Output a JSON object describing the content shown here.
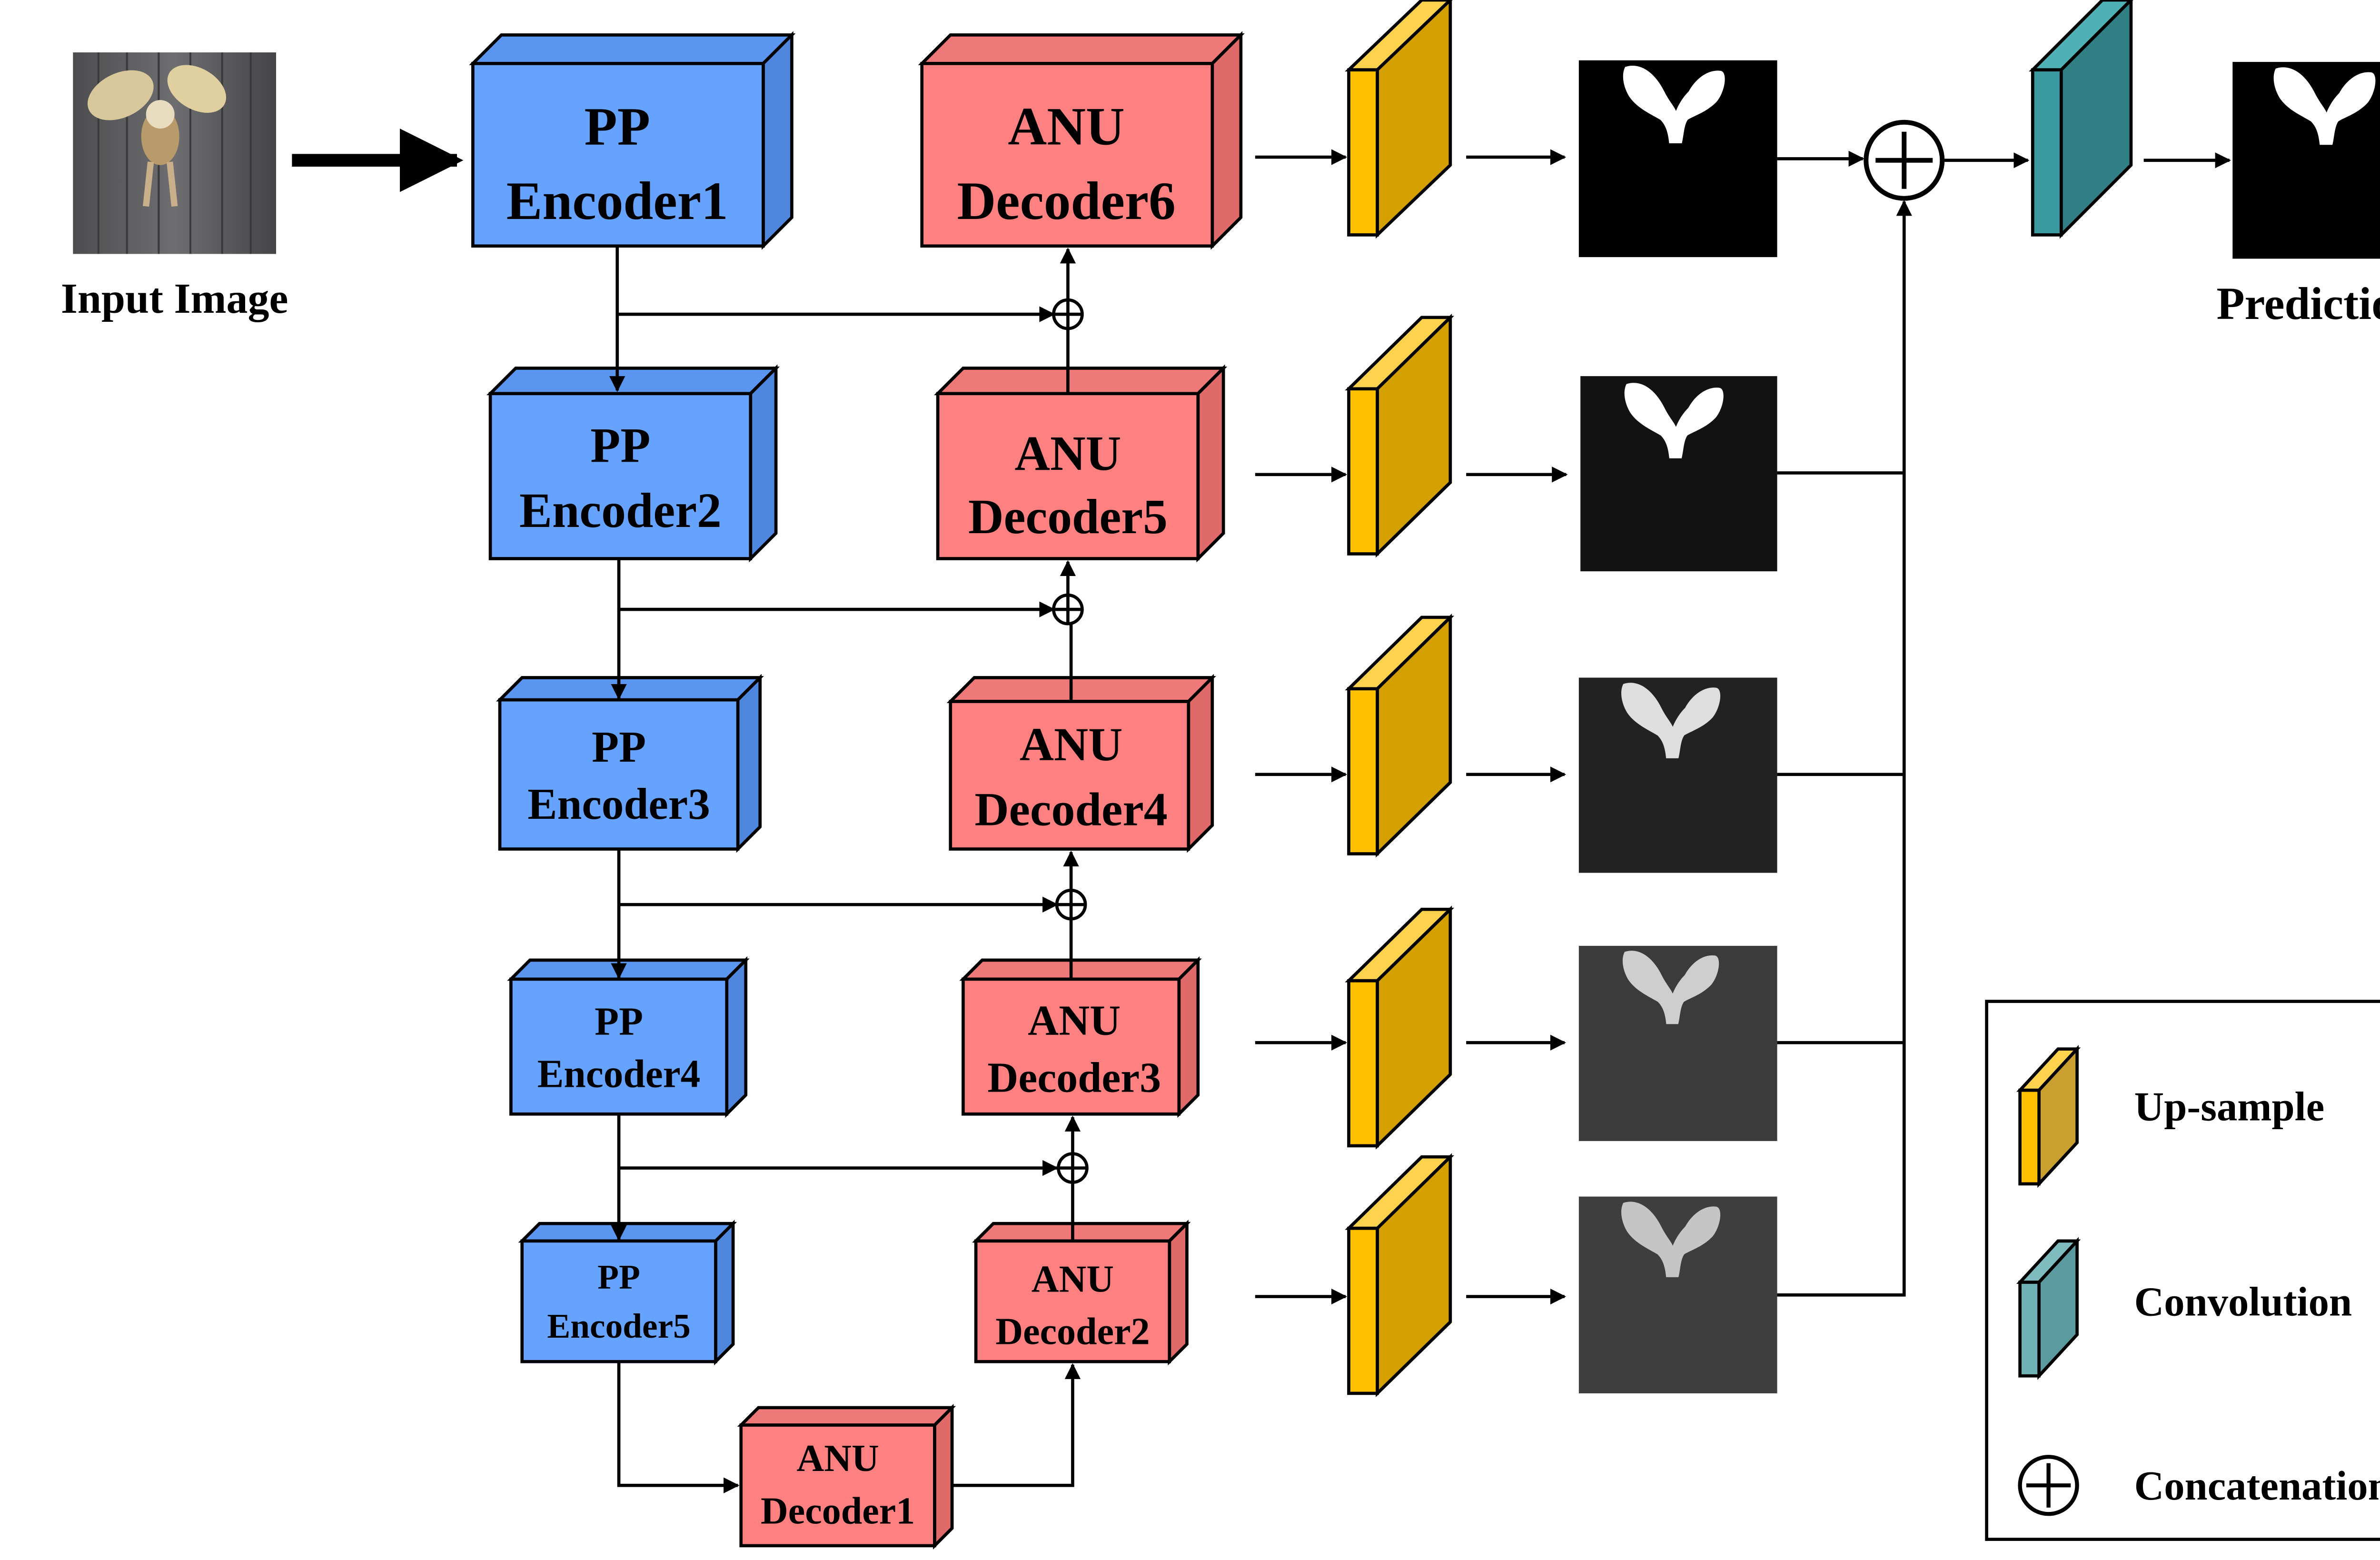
{
  "input": {
    "label": "Input Image"
  },
  "encoders": [
    {
      "line1": "PP",
      "line2": "Encoder1"
    },
    {
      "line1": "PP",
      "line2": "Encoder2"
    },
    {
      "line1": "PP",
      "line2": "Encoder3"
    },
    {
      "line1": "PP",
      "line2": "Encoder4"
    },
    {
      "line1": "PP",
      "line2": "Encoder5"
    }
  ],
  "decoders": [
    {
      "line1": "ANU",
      "line2": "Decoder1"
    },
    {
      "line1": "ANU",
      "line2": "Decoder2"
    },
    {
      "line1": "ANU",
      "line2": "Decoder3"
    },
    {
      "line1": "ANU",
      "line2": "Decoder4"
    },
    {
      "line1": "ANU",
      "line2": "Decoder5"
    },
    {
      "line1": "ANU",
      "line2": "Decoder6"
    }
  ],
  "output": {
    "label": "Prediction"
  },
  "legend": {
    "items": [
      {
        "label": "Up-sample"
      },
      {
        "label": "Convolution"
      },
      {
        "label": "Concatenation"
      }
    ]
  },
  "colors": {
    "encoder_front": "#66a3ff",
    "encoder_top": "#5a95ef",
    "encoder_side": "#4f86de",
    "decoder_front": "#ff8080",
    "decoder_top": "#ef7878",
    "decoder_side": "#e06a6a",
    "upsample_front": "#ffc000",
    "upsample_side": "#d4a000",
    "conv_front": "#3a9aa0",
    "conv_side": "#2f7f85"
  }
}
